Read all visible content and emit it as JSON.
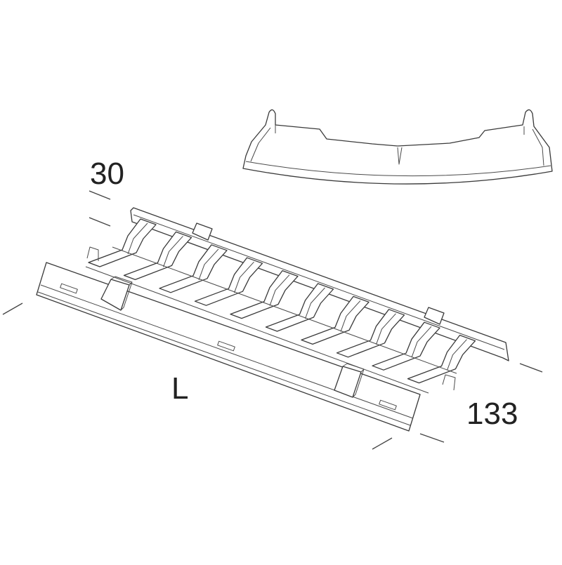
{
  "dimensions": {
    "height_label": "30",
    "length_label": "L",
    "width_label": "133"
  },
  "colors": {
    "line": "#3a3a3a",
    "background": "#ffffff"
  }
}
